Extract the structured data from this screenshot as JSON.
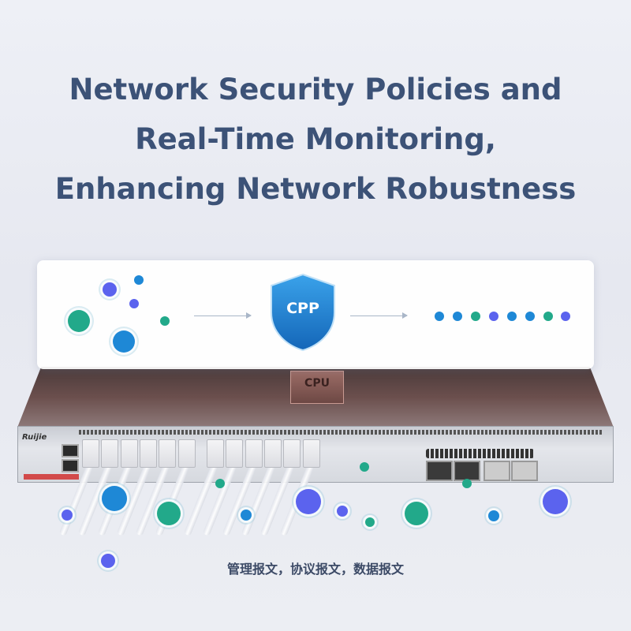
{
  "headline": {
    "line1": "Network Security Policies and",
    "line2": "Real-Time Monitoring,",
    "line3": "Enhancing Network Robustness"
  },
  "diagram": {
    "shield_label": "CPP",
    "cpu_label": "CPU",
    "brand_logo": "Ruijie"
  },
  "caption": "管理报文，协议报文，数据报文",
  "colors": {
    "title": "#3c5277",
    "blue": "#1e88d6",
    "teal": "#22a98a",
    "purple": "#5b63ee",
    "shield": "#1f86d4"
  }
}
